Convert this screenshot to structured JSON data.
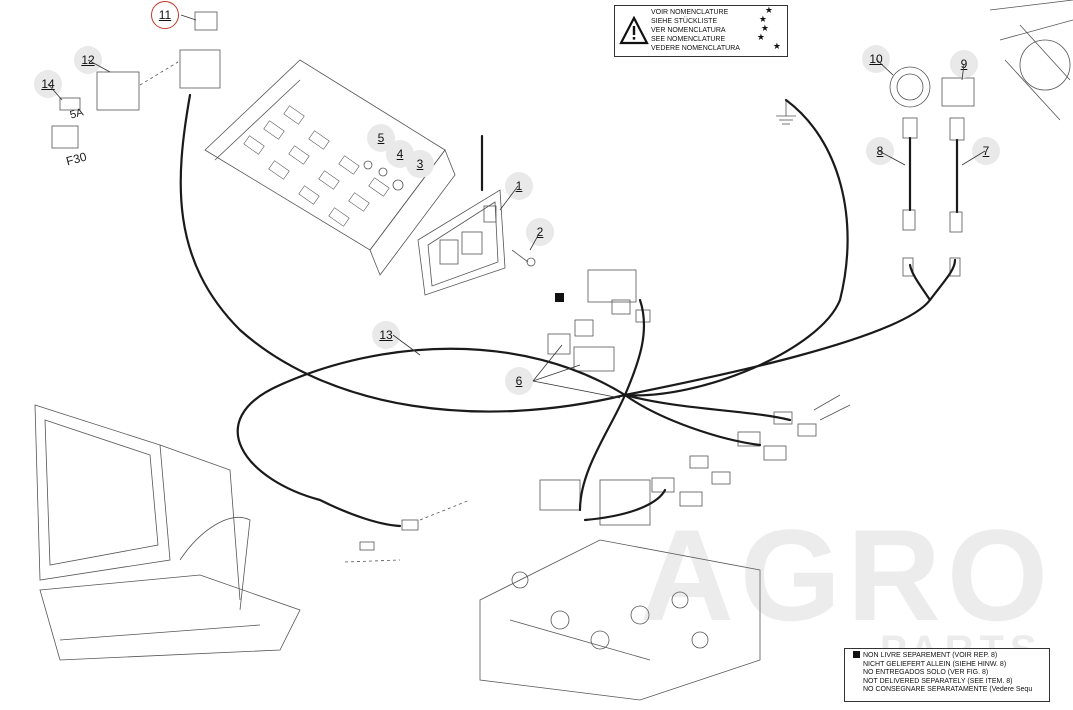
{
  "callouts": [
    "1",
    "2",
    "3",
    "4",
    "5",
    "6",
    "7",
    "8",
    "9",
    "10",
    "11",
    "12",
    "13",
    "14"
  ],
  "fuse": {
    "rating": "5A",
    "name": "F30"
  },
  "warning": {
    "lines": [
      "VOIR NOMENCLATURE",
      "SIEHE STÜCKLISTE",
      "VER NOMENCLATURA",
      "SEE NOMENCLATURE",
      "VEDERE NOMENCLATURA"
    ],
    "star": "★"
  },
  "footnote": {
    "lines": [
      "NON LIVRE SEPAREMENT (VOIR REP. 8)",
      "NICHT GELIEFERT ALLEIN (SIEHE HINW. 8)",
      "NO ENTREGADOS SOLO (VER FIG. 8)",
      "NOT DELIVERED SEPARATELY (SEE ITEM. 8)",
      "NO CONSEGNARE SEPARATAMENTE (Vedere Sequ"
    ]
  },
  "watermark": {
    "brand": "AGRO",
    "sub": "PARTS"
  },
  "colors": {
    "line": "#1a1a1a",
    "thin": "#555555",
    "callout_bg": "#e9e9e9",
    "highlight": "#c0392b"
  }
}
